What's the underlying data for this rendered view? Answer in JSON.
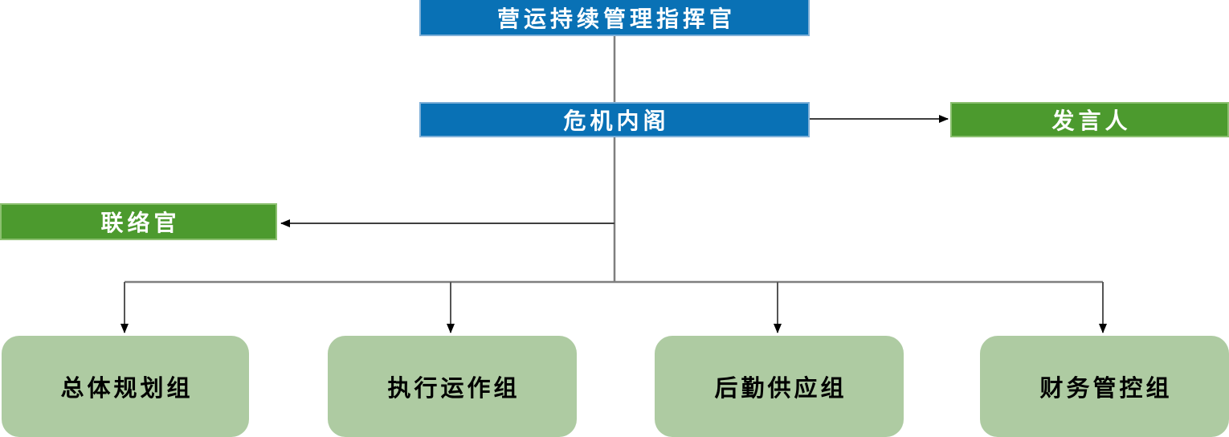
{
  "diagram": {
    "type": "org-chart",
    "nodes": {
      "commander": {
        "label": "营运持续管理指挥官",
        "fill": "#0971B5",
        "text_color": "#FFFFFF"
      },
      "cabinet": {
        "label": "危机内阁",
        "fill": "#0971B5",
        "text_color": "#FFFFFF"
      },
      "spokesperson": {
        "label": "发言人",
        "fill": "#4C9A2E",
        "text_color": "#FFFFFF"
      },
      "liaison": {
        "label": "联络官",
        "fill": "#4C9A2E",
        "text_color": "#FFFFFF"
      },
      "teams": [
        {
          "label": "总体规划组",
          "fill": "#AECBA2",
          "text_color": "#000000"
        },
        {
          "label": "执行运作组",
          "fill": "#AECBA2",
          "text_color": "#000000"
        },
        {
          "label": "后勤供应组",
          "fill": "#AECBA2",
          "text_color": "#000000"
        },
        {
          "label": "财务管控组",
          "fill": "#AECBA2",
          "text_color": "#000000"
        }
      ]
    },
    "edges": [
      {
        "from": "commander",
        "to": "cabinet",
        "arrow": false
      },
      {
        "from": "cabinet",
        "to": "spokesperson",
        "arrow": true
      },
      {
        "from": "cabinet",
        "to": "liaison",
        "arrow": true
      },
      {
        "from": "cabinet",
        "to": "teams.0",
        "arrow": true
      },
      {
        "from": "cabinet",
        "to": "teams.1",
        "arrow": true
      },
      {
        "from": "cabinet",
        "to": "teams.2",
        "arrow": true
      },
      {
        "from": "cabinet",
        "to": "teams.3",
        "arrow": true
      }
    ],
    "colors": {
      "primary_blue": "#0971B5",
      "blue_border": "#7FB0D8",
      "accent_green": "#4C9A2E",
      "green_border": "#8CC070",
      "team_green": "#AECBA2",
      "line_gray": "#7F7F7F",
      "arrow_dark": "#3F3F3F",
      "arrowhead": "#000000"
    }
  }
}
